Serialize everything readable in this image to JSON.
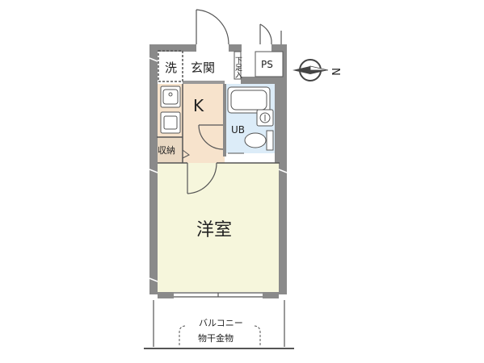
{
  "rooms": {
    "laundry": "洗",
    "entrance": "玄関",
    "shoe_box": "下足入",
    "pipe_space": "PS",
    "kitchen": "K",
    "unit_bath": "UB",
    "storage": "収納",
    "western_room": "洋室",
    "balcony": "バルコニー",
    "laundry_hardware": "物干金物"
  },
  "compass": {
    "north_label": "N"
  },
  "colors": {
    "wall": "#8a8a8a",
    "kitchen_floor": "#f7e3cc",
    "room_floor": "#f6f6dc",
    "bath_floor": "#dcecf8",
    "storage_floor": "#ead9c3",
    "line": "#444444"
  }
}
